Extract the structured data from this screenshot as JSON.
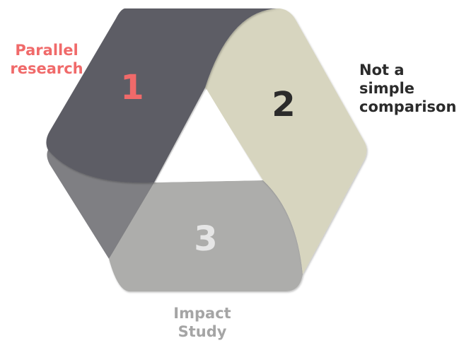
{
  "segments": [
    {
      "number": "1",
      "color": "#5d5d65",
      "number_color": "#f06a6a"
    },
    {
      "number": "2",
      "color": "#d7d5bf",
      "number_color": "#2b2b2b"
    },
    {
      "number": "3",
      "color": "#adadab",
      "number_color": "#e6e6e6"
    }
  ],
  "labels": {
    "left": {
      "lines": [
        "Parallel",
        "research"
      ],
      "color": "#f06a6a"
    },
    "right": {
      "lines": [
        "Not a simple",
        "comparison"
      ],
      "color": "#2b2b2b"
    },
    "bottom": {
      "lines": [
        "Impact",
        "Study"
      ],
      "color": "#a5a5a5"
    }
  },
  "colors": {
    "segment_1_fold": "#7f7f83",
    "background": "#ffffff"
  }
}
